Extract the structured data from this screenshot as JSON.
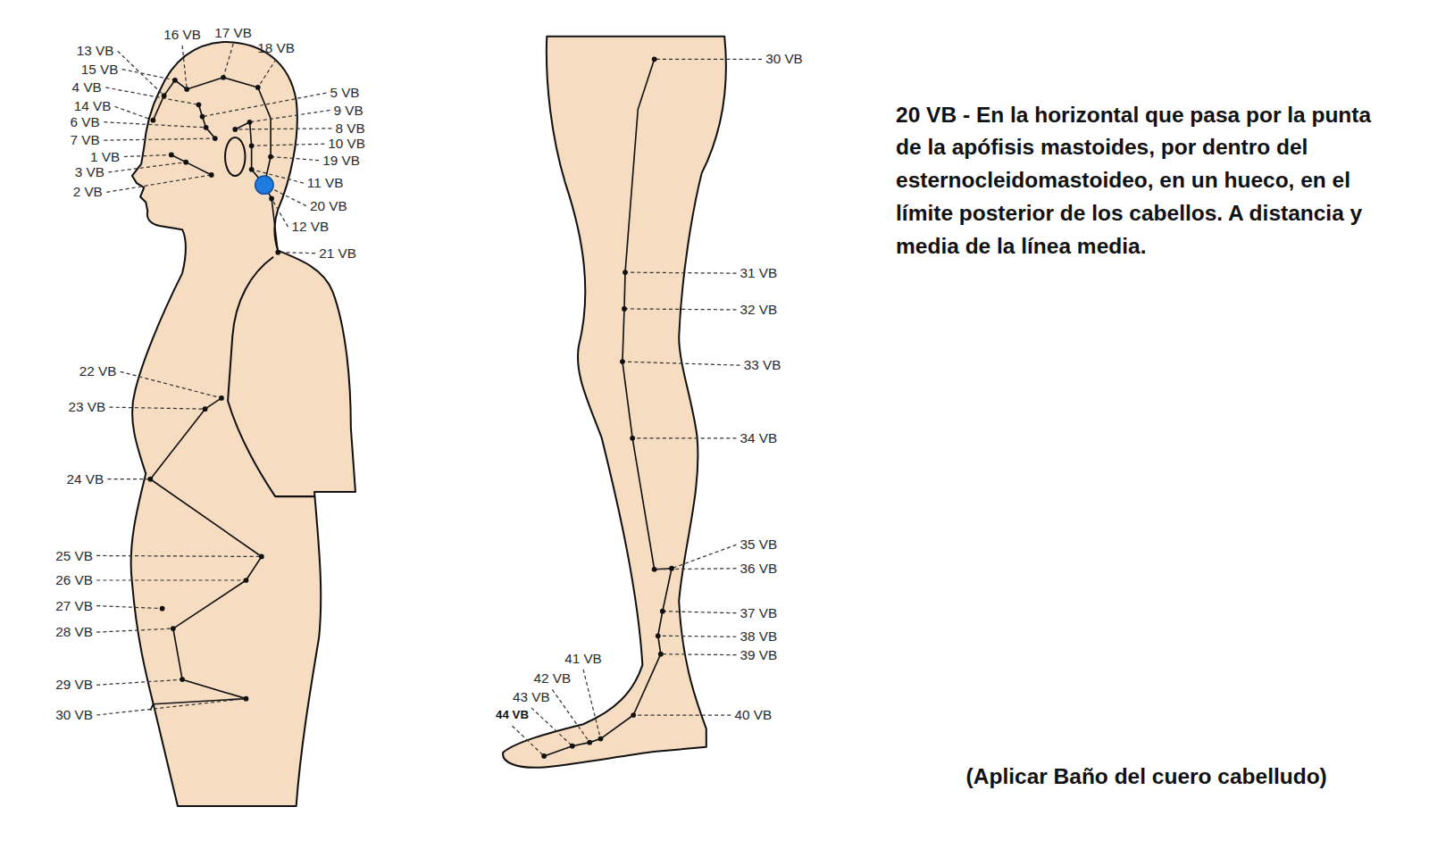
{
  "diagram": {
    "labels": [
      "13 VB",
      "16 VB",
      "17 VB",
      "18 VB",
      "15 VB",
      "4 VB",
      "5 VB",
      "14 VB",
      "9 VB",
      "6 VB",
      "8 VB",
      "7 VB",
      "10 VB",
      "1 VB",
      "19 VB",
      "3 VB",
      "11 VB",
      "2 VB",
      "20 VB",
      "12 VB",
      "21 VB",
      "22 VB",
      "23 VB",
      "24 VB",
      "25 VB",
      "26 VB",
      "27 VB",
      "28 VB",
      "29 VB",
      "30 VB",
      "30 VB",
      "31 VB",
      "32 VB",
      "33 VB",
      "34 VB",
      "35 VB",
      "36 VB",
      "37 VB",
      "38 VB",
      "39 VB",
      "41 VB",
      "42 VB",
      "43 VB",
      "44 VB",
      "40 VB",
      "20 VB - En la horizontal que pasa por la punta de la apófisis mastoides, por dentro del esternocleidomastoideo, en un hueco, en el límite posterior de los cabellos. A distancia y media de la línea media.",
      "(Aplicar Baño del cuero cabelludo)"
    ]
  }
}
